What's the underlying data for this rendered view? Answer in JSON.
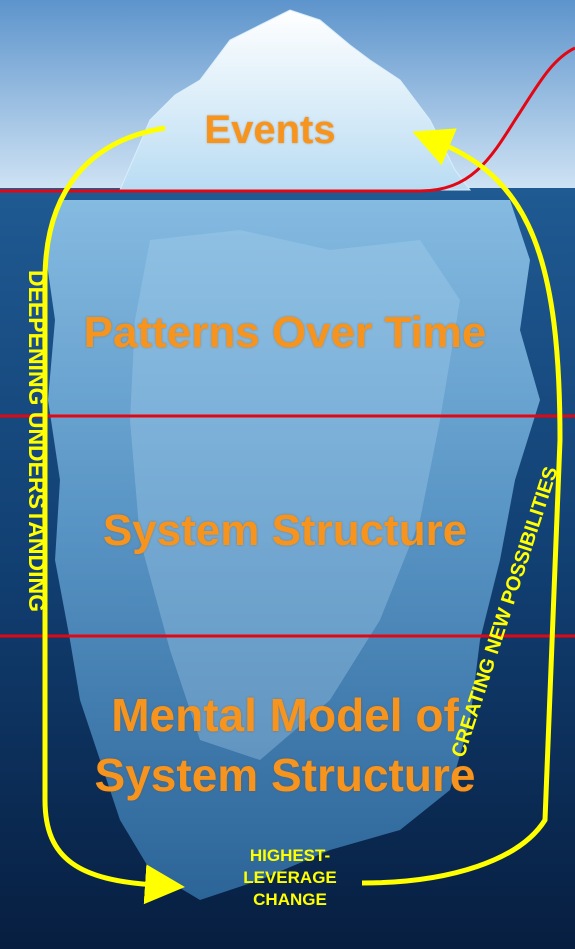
{
  "levels": {
    "events": "Events",
    "patterns": "Patterns Over Time",
    "structure": "System Structure",
    "mental_line1": "Mental Model of",
    "mental_line2": "System Structure"
  },
  "arrows": {
    "left": "DEEPENING UNDERSTANDING",
    "right": "CREATING NEW POSSIBILITIES"
  },
  "leverage": {
    "line1": "HIGHEST-",
    "line2": "LEVERAGE",
    "line3": "CHANGE"
  },
  "colors": {
    "label": "#f7941d",
    "arrow": "#ffff00",
    "line": "#e30613",
    "sky": "#9cc4e6",
    "water": "#0b2f5e"
  }
}
